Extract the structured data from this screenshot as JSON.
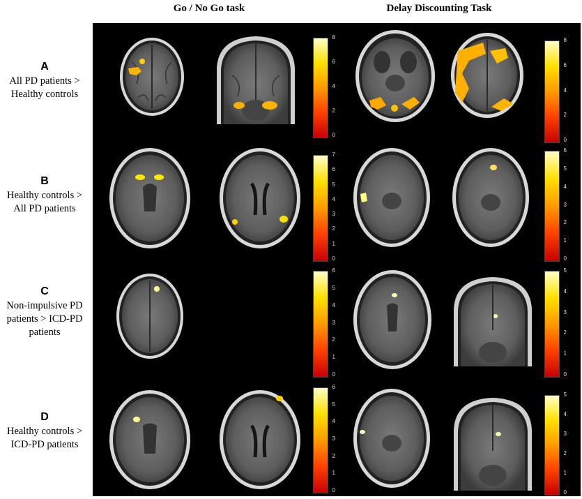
{
  "columns": {
    "go_nogo": "Go / No Go task",
    "delay": "Delay Discounting Task"
  },
  "rows": [
    {
      "letter": "A",
      "lines": [
        "All PD patients >",
        "Healthy controls"
      ]
    },
    {
      "letter": "B",
      "lines": [
        "Healthy controls >",
        "All PD patients"
      ]
    },
    {
      "letter": "C",
      "lines": [
        "Non-impulsive PD",
        "patients > ICD-PD",
        "patients"
      ]
    },
    {
      "letter": "D",
      "lines": [
        "Healthy controls >",
        "ICD-PD patients"
      ]
    }
  ],
  "colorbars": [
    {
      "id": "A-go",
      "ticks": [
        "8",
        "6",
        "4",
        "2",
        "0"
      ]
    },
    {
      "id": "A-dd",
      "ticks": [
        "8",
        "6",
        "4",
        "2",
        "0"
      ]
    },
    {
      "id": "B-go",
      "ticks": [
        "7",
        "6",
        "5",
        "4",
        "3",
        "2",
        "1",
        "0"
      ]
    },
    {
      "id": "B-dd",
      "ticks": [
        "6",
        "5",
        "4",
        "3",
        "2",
        "1",
        "0"
      ]
    },
    {
      "id": "C-go",
      "ticks": [
        "6",
        "5",
        "4",
        "3",
        "2",
        "1",
        "0"
      ]
    },
    {
      "id": "C-dd",
      "ticks": [
        "5",
        "4",
        "3",
        "2",
        "1",
        "0"
      ]
    },
    {
      "id": "D-go",
      "ticks": [
        "6",
        "5",
        "4",
        "3",
        "2",
        "1",
        "0"
      ]
    },
    {
      "id": "D-dd",
      "ticks": [
        "5",
        "4",
        "3",
        "2",
        "1",
        "0"
      ]
    }
  ]
}
